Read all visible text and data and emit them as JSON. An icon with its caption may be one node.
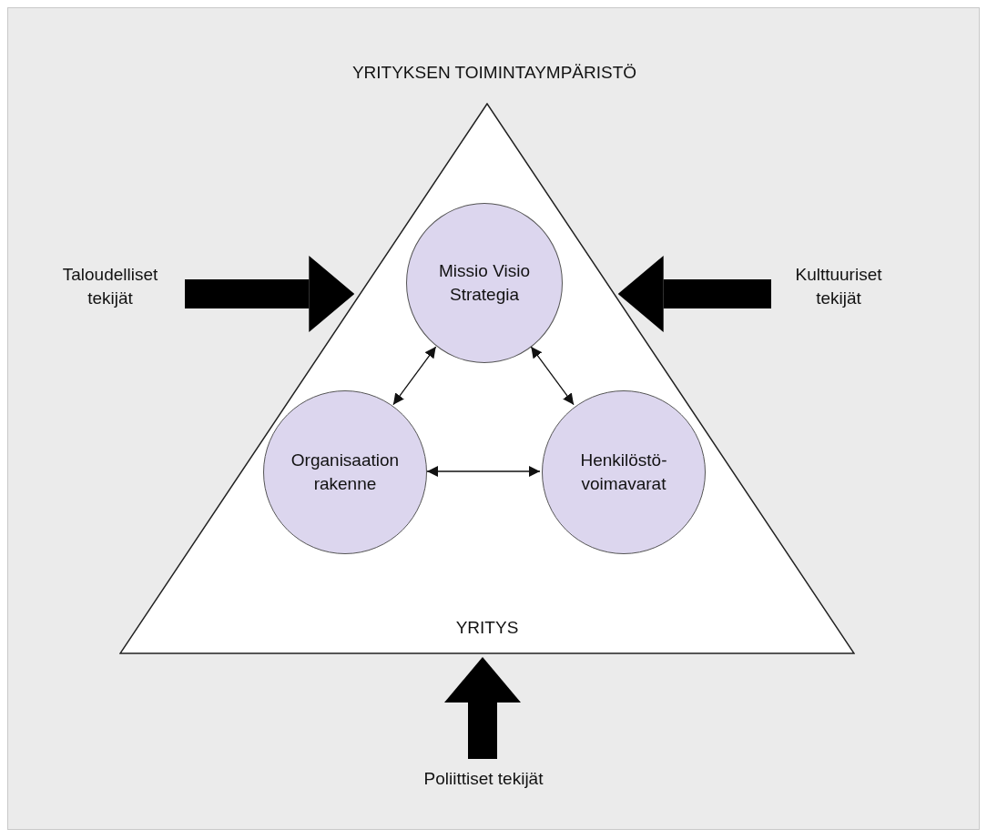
{
  "diagram": {
    "nodes": [
      {
        "text": [
          "YRITYKSEN TOIMINTAYMPÄRISTÖ"
        ]
      },
      {
        "text": [
          "YRITYS"
        ],
        "in": 0
      },
      {
        "text": [
          "Missio Visio Strategia"
        ],
        "in": 1
      },
      {
        "text": [
          "Organisaation rakenne"
        ],
        "in": 1
      },
      {
        "text": [
          "Henkilöstö- voimavarat"
        ],
        "in": 1
      },
      {
        "text": [
          "Taloudelliset tekijät"
        ],
        "in": 0
      },
      {
        "text": [
          "Kulttuuriset tekijät"
        ],
        "in": 0
      },
      {
        "text": [
          "Poliittiset tekijät"
        ],
        "in": 0
      }
    ],
    "edges": [
      {
        "from": 2,
        "to": 3,
        "arrow": "both"
      },
      {
        "from": 2,
        "to": 4,
        "arrow": "both"
      },
      {
        "from": 3,
        "to": 4,
        "arrow": "both"
      },
      {
        "from": 5,
        "to": 1,
        "arrow": "to",
        "style": "thick"
      },
      {
        "from": 6,
        "to": 1,
        "arrow": "to",
        "style": "thick"
      },
      {
        "from": 7,
        "to": 1,
        "arrow": "to",
        "style": "thick"
      }
    ]
  }
}
